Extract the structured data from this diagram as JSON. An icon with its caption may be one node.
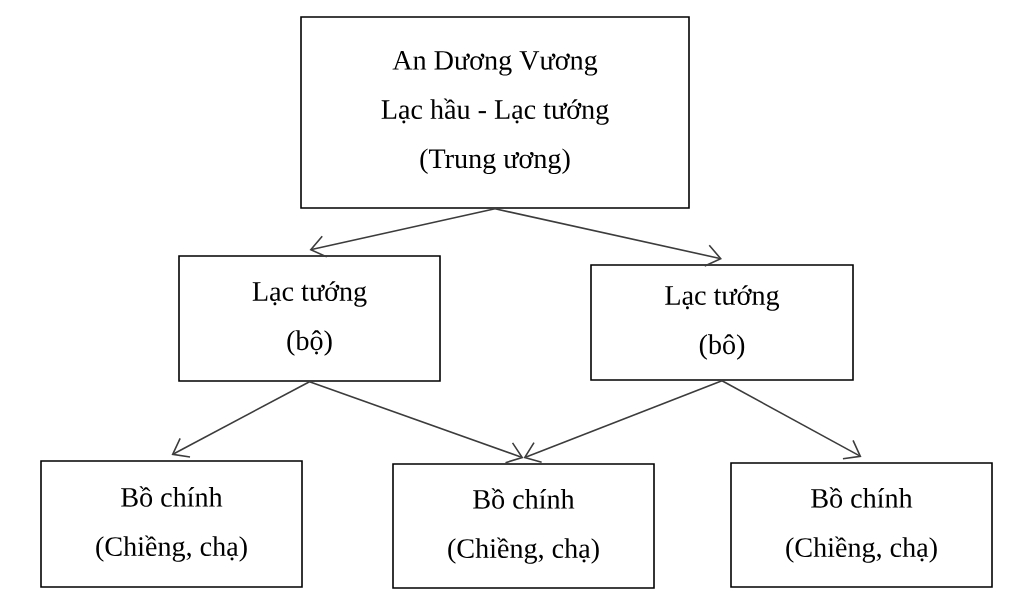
{
  "diagram": {
    "nodes": [
      {
        "text": [
          "An Dương Vương",
          "Lạc hầu - Lạc tướng",
          "(Trung ương)"
        ]
      },
      {
        "text": [
          "Lạc tướng",
          "(bộ)"
        ]
      },
      {
        "text": [
          "Lạc tướng",
          "(bô)"
        ]
      },
      {
        "text": [
          "Bồ chính",
          "(Chiềng, chạ)"
        ]
      },
      {
        "text": [
          "Bồ chính",
          "(Chiềng, chạ)"
        ]
      },
      {
        "text": [
          "Bồ chính",
          "(Chiềng, chạ)"
        ]
      }
    ],
    "edges": [
      {
        "from": 0,
        "to": 1,
        "arrow": "to"
      },
      {
        "from": 0,
        "to": 2,
        "arrow": "to"
      },
      {
        "from": 1,
        "to": 3,
        "arrow": "to"
      },
      {
        "from": 1,
        "to": 4,
        "arrow": "to"
      },
      {
        "from": 2,
        "to": 4,
        "arrow": "to"
      },
      {
        "from": 2,
        "to": 5,
        "arrow": "to"
      }
    ]
  }
}
